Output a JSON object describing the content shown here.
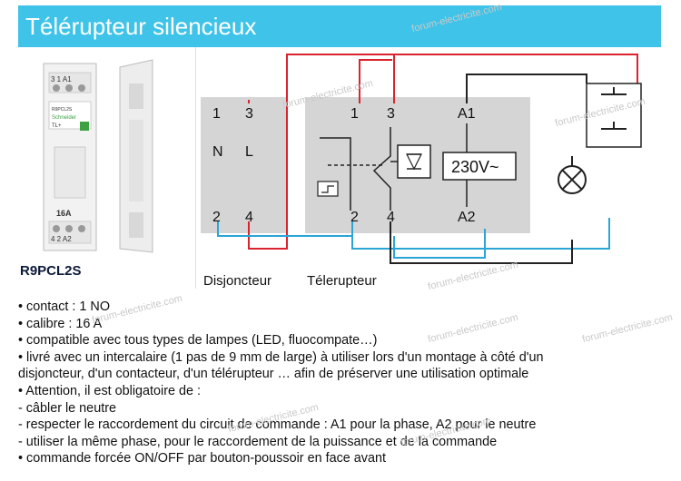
{
  "header": {
    "title": "Télérupteur silencieux",
    "color": "#3fc3e8"
  },
  "product": {
    "reference": "R9PCL2S",
    "top_terminals": "3  1  A1",
    "bottom_terminals": "4  2  A2",
    "brand": "Schneider",
    "model": "TL+",
    "rating": "16A"
  },
  "disjoncteur": {
    "label": "Disjoncteur",
    "t1": "1",
    "t3": "3",
    "n": "N",
    "l": "L",
    "t2": "2",
    "t4": "4"
  },
  "telerupteur": {
    "label": "Télerupteur",
    "t1": "1",
    "t3": "3",
    "a1": "A1",
    "t2": "2",
    "t4": "4",
    "a2": "A2",
    "coil": "230V~"
  },
  "colors": {
    "phase": "#d9232e",
    "neutral": "#2aa5d4",
    "control": "#222222",
    "box": "#d5d5d5"
  },
  "bullets": [
    "• contact : 1 NO",
    "• calibre : 16 A",
    "• compatible avec tous types de lampes (LED, fluocompate…)",
    "• livré avec un intercalaire (1 pas de 9 mm de large) à utiliser lors d'un montage à côté d'un",
    "disjoncteur, d'un contacteur, d'un télérupteur … afin de préserver une utilisation optimale",
    "• Attention, il est obligatoire de :",
    "- câbler le neutre",
    "- respecter le raccordement du circuit de commande : A1 pour la phase, A2 pour le neutre",
    "- utiliser la même phase, pour le raccordement de la puissance et de la commande",
    "• commande forcée ON/OFF par bouton-poussoir en face avant"
  ],
  "watermark": "forum-electricite.com"
}
